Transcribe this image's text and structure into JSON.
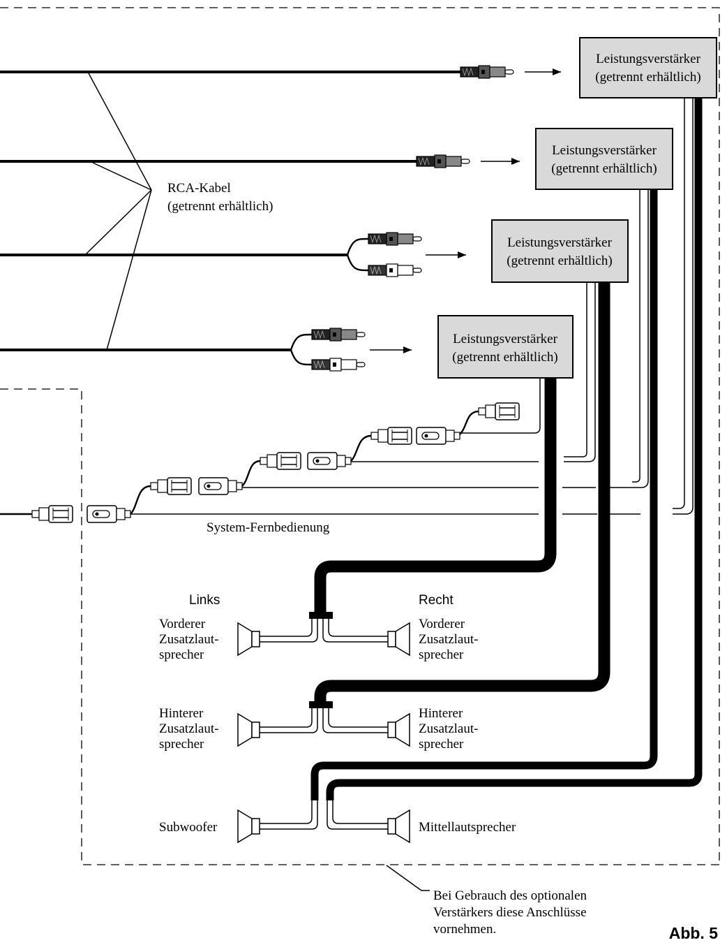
{
  "amplifier": {
    "line1": "Leistungsverstärker",
    "line2": "(getrennt erhältlich)"
  },
  "rca": {
    "line1": "RCA-Kabel",
    "line2": "(getrennt erhältlich)"
  },
  "remote_label": "System-Fernbedienung",
  "channels": {
    "left": "Links",
    "right": "Recht"
  },
  "speakers": {
    "front_left": [
      "Vorderer",
      "Zusatzlaut-",
      "sprecher"
    ],
    "front_right": [
      "Vorderer",
      "Zusatzlaut-",
      "sprecher"
    ],
    "rear_left": [
      "Hinterer",
      "Zusatzlaut-",
      "sprecher"
    ],
    "rear_right": [
      "Hinterer",
      "Zusatzlaut-",
      "sprecher"
    ],
    "subwoofer": "Subwoofer",
    "center": "Mittellautsprecher"
  },
  "note": [
    "Bei Gebrauch des optionalen",
    "Verstärkers diese Anschlüsse",
    "vornehmen."
  ],
  "figure_label": "Abb. 5",
  "colors": {
    "amp_fill": "#d9d9d9",
    "line": "#000000"
  }
}
